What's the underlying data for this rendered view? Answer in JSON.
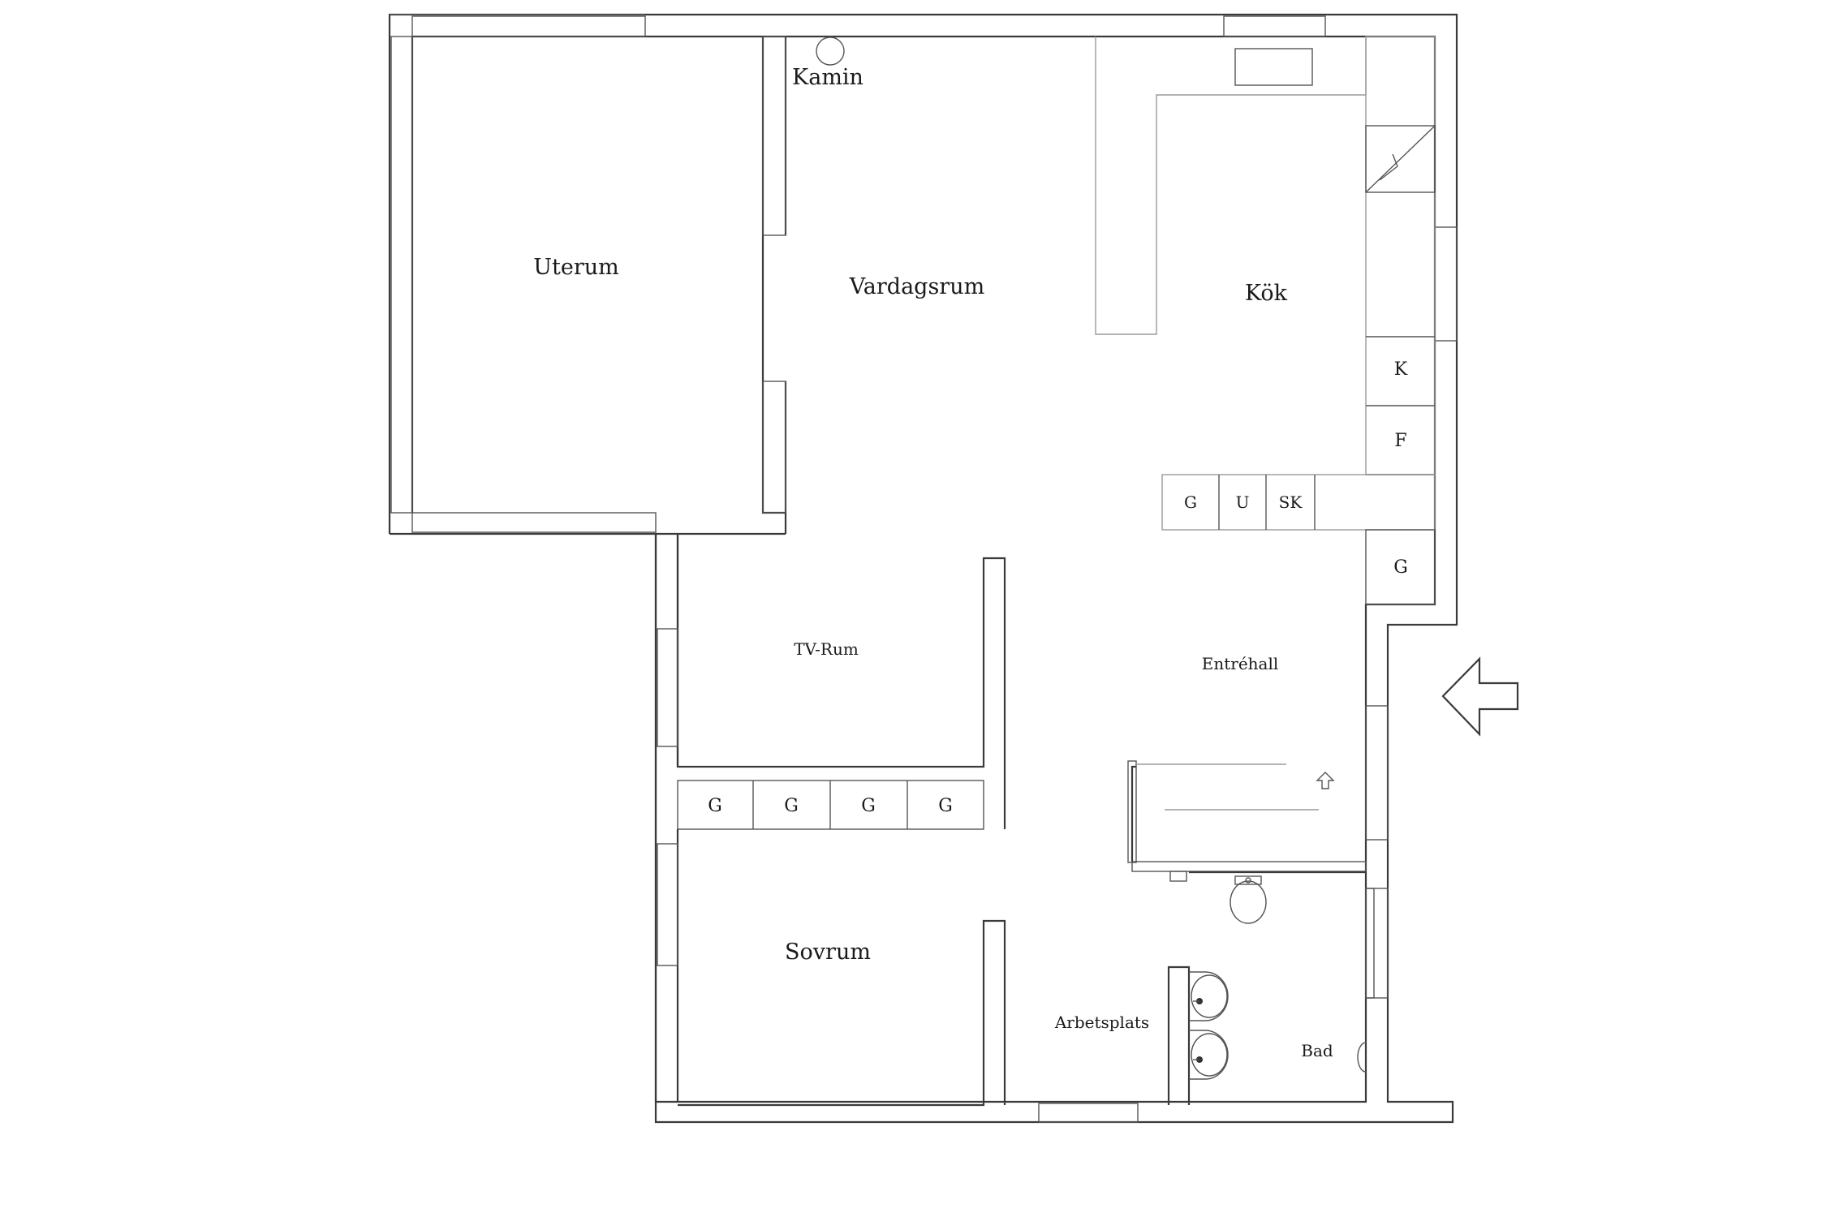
{
  "rooms": {
    "uterum": "Uterum",
    "kamin": "Kamin",
    "vardagsrum": "Vardagsrum",
    "kok": "Kök",
    "tv_rum": "TV-Rum",
    "entrehall": "Entréhall",
    "sovrum": "Sovrum",
    "arbetsplats": "Arbetsplats",
    "bad": "Bad"
  },
  "fixtures": {
    "kitchen_k": "K",
    "kitchen_f": "F",
    "kitchen_g": "G",
    "kitchen_u": "U",
    "kitchen_sk": "SK",
    "hall_g": "G",
    "wardrobes": [
      "G",
      "G",
      "G",
      "G"
    ]
  }
}
